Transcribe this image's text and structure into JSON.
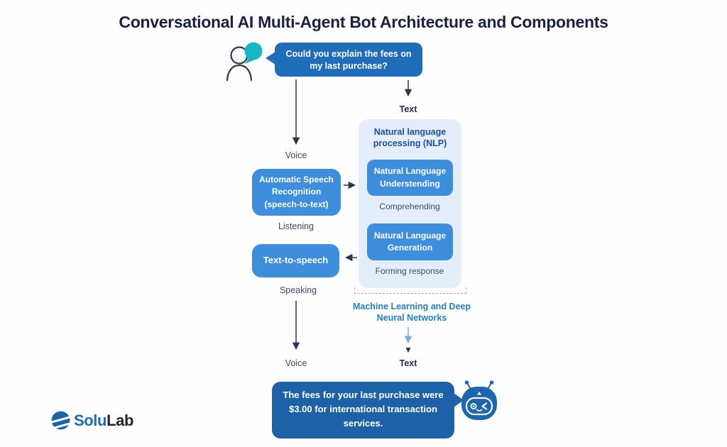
{
  "title": "Conversational AI Multi-Agent Bot Architecture and Components",
  "user_query_bubble": {
    "text": "Could you explain the fees on my last purchase?"
  },
  "flow": {
    "text_in": "Text",
    "voice_in": "Voice",
    "voice_out": "Voice",
    "text_out": "Text"
  },
  "asr": {
    "label": "Automatic Speech Recognition (speech-to-text)",
    "caption": "Listening"
  },
  "tts": {
    "label": "Text-to-speech",
    "caption": "Speaking"
  },
  "nlp": {
    "title": "Natural language processing (NLP)",
    "nlu_label": "Natural Language Understending",
    "nlu_caption": "Comprehending",
    "nlg_label": "Natural Language Generation",
    "nlg_caption": "Forming response"
  },
  "ml_caption": "Machine Learning and Deep Neural Networks",
  "bot_reply_bubble": {
    "text": "The fees for your last purchase were $3.00 for international transaction services."
  },
  "logo": {
    "solu": "Solu",
    "lab": "Lab"
  },
  "icons": {
    "user": "person-with-chat-bubble",
    "bot": "robot-face",
    "logo_mark": "solulab-striped-circle"
  },
  "colors": {
    "process_box": "#3d8edc",
    "user_bubble": "#1e6cba",
    "bot_bubble": "#1d61a8",
    "nlp_panel": "#e4eefb",
    "nlp_title_text": "#1b4fa0",
    "ml_caption_text": "#2380cf",
    "accent_teal": "#16b6c6",
    "arrow": "#2a3550",
    "title_text": "#1b2140"
  }
}
